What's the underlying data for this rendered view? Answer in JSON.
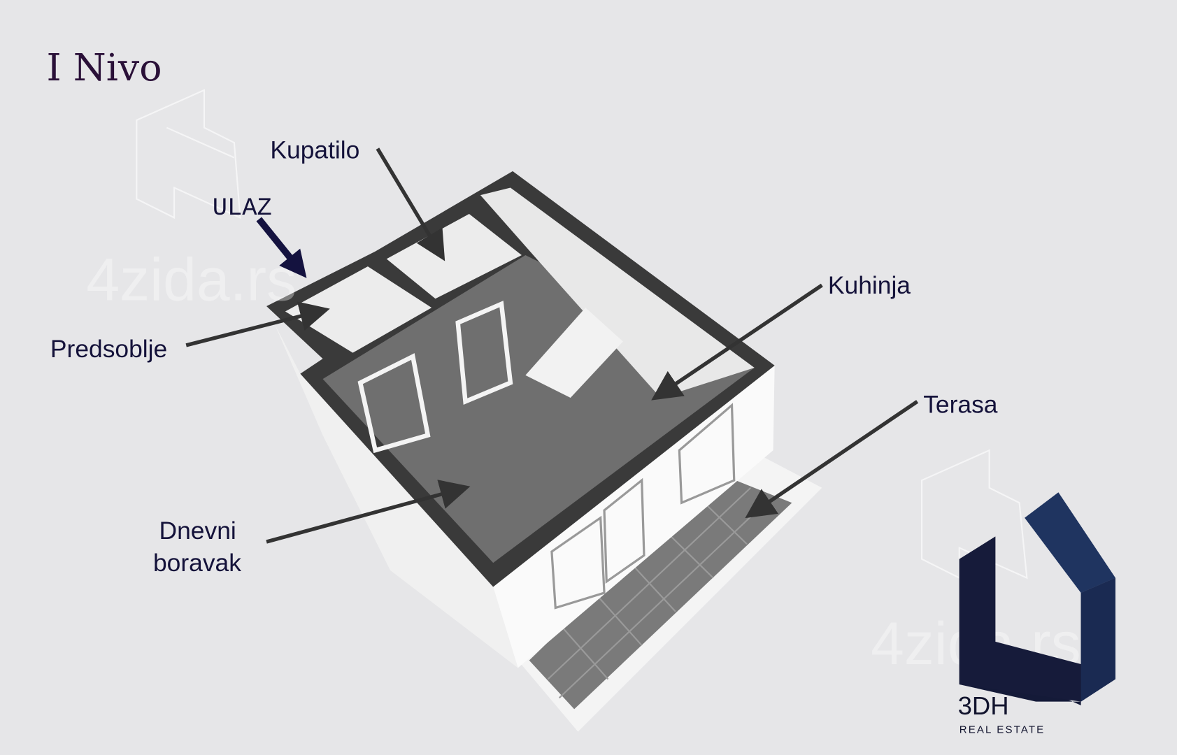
{
  "title": "I Nivo",
  "labels": {
    "kupatilo": "Kupatilo",
    "ulaz": "ULAZ",
    "predsoblje": "Predsoblje",
    "kuhinja": "Kuhinja",
    "terasa": "Terasa",
    "dnevni_line1": "Dnevni",
    "dnevni_line2": "boravak"
  },
  "watermark": "4zida.rs",
  "logo": {
    "name": "3DH",
    "tagline": "REAL ESTATE"
  },
  "colors": {
    "background": "#e6e6e8",
    "wall": "#3a3a3a",
    "floor": "#6f6f6f",
    "logo_dark": "#12142e",
    "logo_blue": "#1f3460",
    "ulaz_arrow": "#14123f"
  }
}
